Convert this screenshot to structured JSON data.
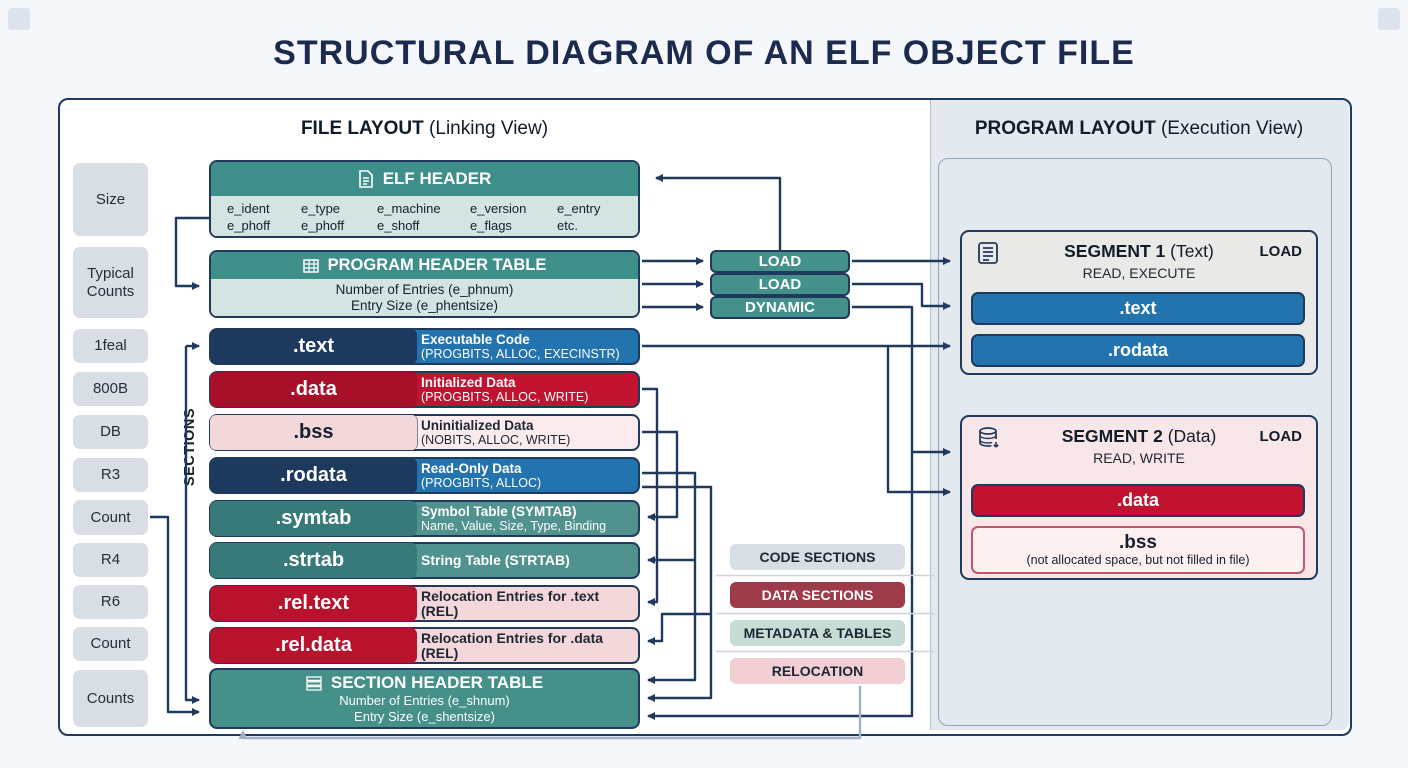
{
  "title": "STRUCTURAL DIAGRAM OF AN ELF OBJECT FILE",
  "file_layout": {
    "heading_bold": "FILE LAYOUT",
    "heading_rest": " (Linking View)",
    "elf_header": {
      "title": "ELF HEADER",
      "fields_row1": [
        "e_ident",
        "e_type",
        "e_machine",
        "e_version",
        "e_entry"
      ],
      "fields_row2": [
        "e_phoff",
        "e_phoff",
        "e_shoff",
        "e_flags",
        "etc."
      ]
    },
    "program_header_table": {
      "title": "PROGRAM HEADER TABLE",
      "line1": "Number of Entries (e_phnum)",
      "line2": "Entry Size (e_phentsize)"
    },
    "sections_label": "SECTIONS",
    "sections": [
      {
        "name": ".text",
        "desc_bold": "Executable Code",
        "desc": "(PROGBITS, ALLOC, EXECINSTR)"
      },
      {
        "name": ".data",
        "desc_bold": "Initialized Data",
        "desc": "(PROGBITS, ALLOC, WRITE)"
      },
      {
        "name": ".bss",
        "desc_bold": "Uninitialized Data",
        "desc": "(NOBITS, ALLOC, WRITE)"
      },
      {
        "name": ".rodata",
        "desc_bold": "Read-Only Data",
        "desc": "(PROGBITS, ALLOC)"
      },
      {
        "name": ".symtab",
        "desc_bold": "Symbol Table (SYMTAB)",
        "desc": "Name, Value, Size, Type, Binding"
      },
      {
        "name": ".strtab",
        "desc_bold": "String Table (STRTAB)",
        "desc": ""
      },
      {
        "name": ".rel.text",
        "desc_bold": "Relocation Entries for .text (REL)",
        "desc": ""
      },
      {
        "name": ".rel.data",
        "desc_bold": "Relocation Entries for .data (REL)",
        "desc": ""
      }
    ],
    "section_header_table": {
      "title": "SECTION HEADER TABLE",
      "line1": "Number of Entries (e_shnum)",
      "line2": "Entry Size (e_shentsize)"
    }
  },
  "sidebar": {
    "items": [
      "Size",
      "Typical Counts",
      "1feal",
      "800B",
      "DB",
      "R3",
      "Count",
      "R4",
      "R6",
      "Count",
      "Counts"
    ]
  },
  "segment_types": [
    "LOAD",
    "LOAD",
    "DYNAMIC"
  ],
  "legend": [
    {
      "label": "CODE SECTIONS"
    },
    {
      "label": "DATA SECTIONS"
    },
    {
      "label": "METADATA & TABLES"
    },
    {
      "label": "RELOCATION"
    }
  ],
  "program_layout": {
    "heading_bold": "PROGRAM LAYOUT",
    "heading_rest": " (Execution View)",
    "segment1": {
      "title_bold": "SEGMENT 1",
      "title_rest": " (Text)",
      "tag": "LOAD",
      "perms": "READ, EXECUTE",
      "bars": [
        ".text",
        ".rodata"
      ]
    },
    "segment2": {
      "title_bold": "SEGMENT 2",
      "title_rest": " (Data)",
      "tag": "LOAD",
      "perms": "READ, WRITE",
      "bar_data": ".data",
      "bss_title": ".bss",
      "bss_note": "(not allocated space, but not filled in file)"
    }
  },
  "colors": {
    "accent_navy": "#1f3a5c",
    "teal_header": "#3e8e89",
    "teal_body": "#d3e4e2",
    "blue": "#2273ae",
    "red": "#c1132f",
    "pink": "#fbebec",
    "panel": "#e4e8ef",
    "arrow_light": "#9db1c7"
  }
}
